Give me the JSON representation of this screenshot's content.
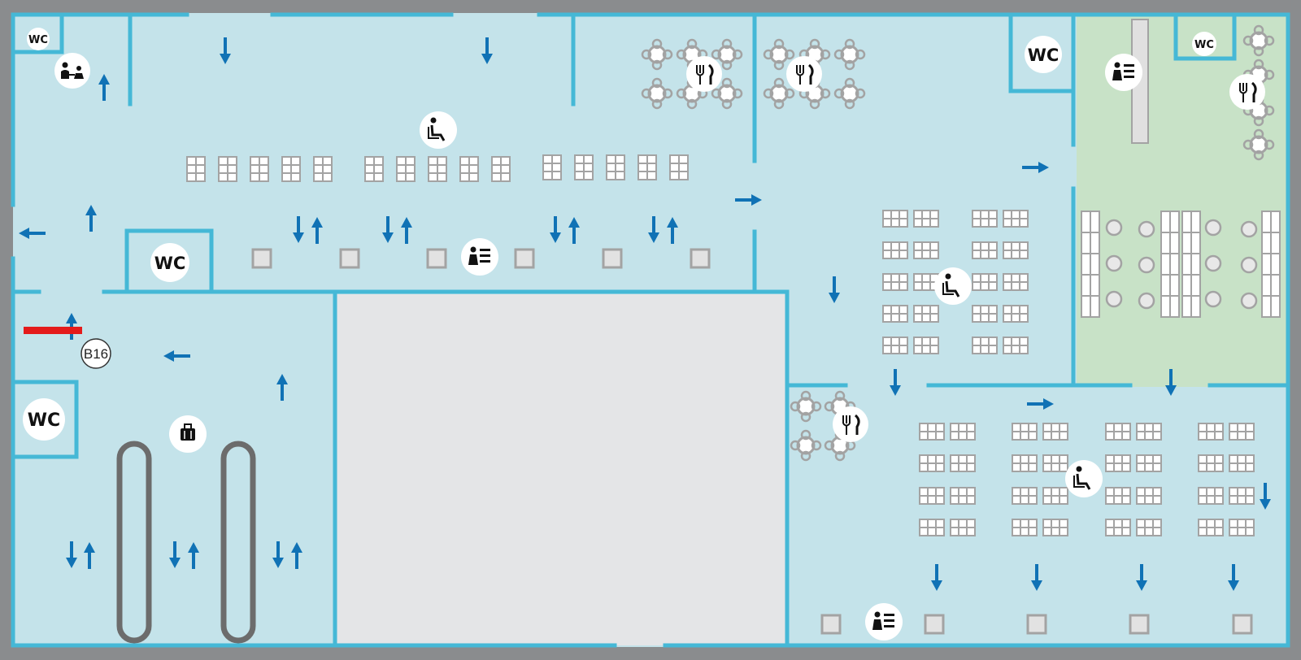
{
  "map": {
    "wc_label": "WC",
    "gate_label": "B16",
    "colors": {
      "floor": "#c4e3ea",
      "wall": "#45b8d6",
      "lounge": "#c8e2c7",
      "void": "#e4e5e7",
      "frame": "#8a8c8e",
      "arrow": "#1072b5",
      "furniture": "#a3a3a3",
      "carousel": "#6c6c6c",
      "you_are_here": "#e41b1b",
      "icon_bg": "#ffffff",
      "icon_fg": "#111111"
    },
    "icon_types": [
      "restroom-icon",
      "family-room-icon",
      "dining-icon",
      "seating-area-icon",
      "information-desk-icon",
      "baggage-claim-icon"
    ],
    "arrow_directions": [
      "up",
      "down",
      "left",
      "right"
    ],
    "markers": [
      "you-are-here-marker",
      "gate-marker"
    ]
  }
}
